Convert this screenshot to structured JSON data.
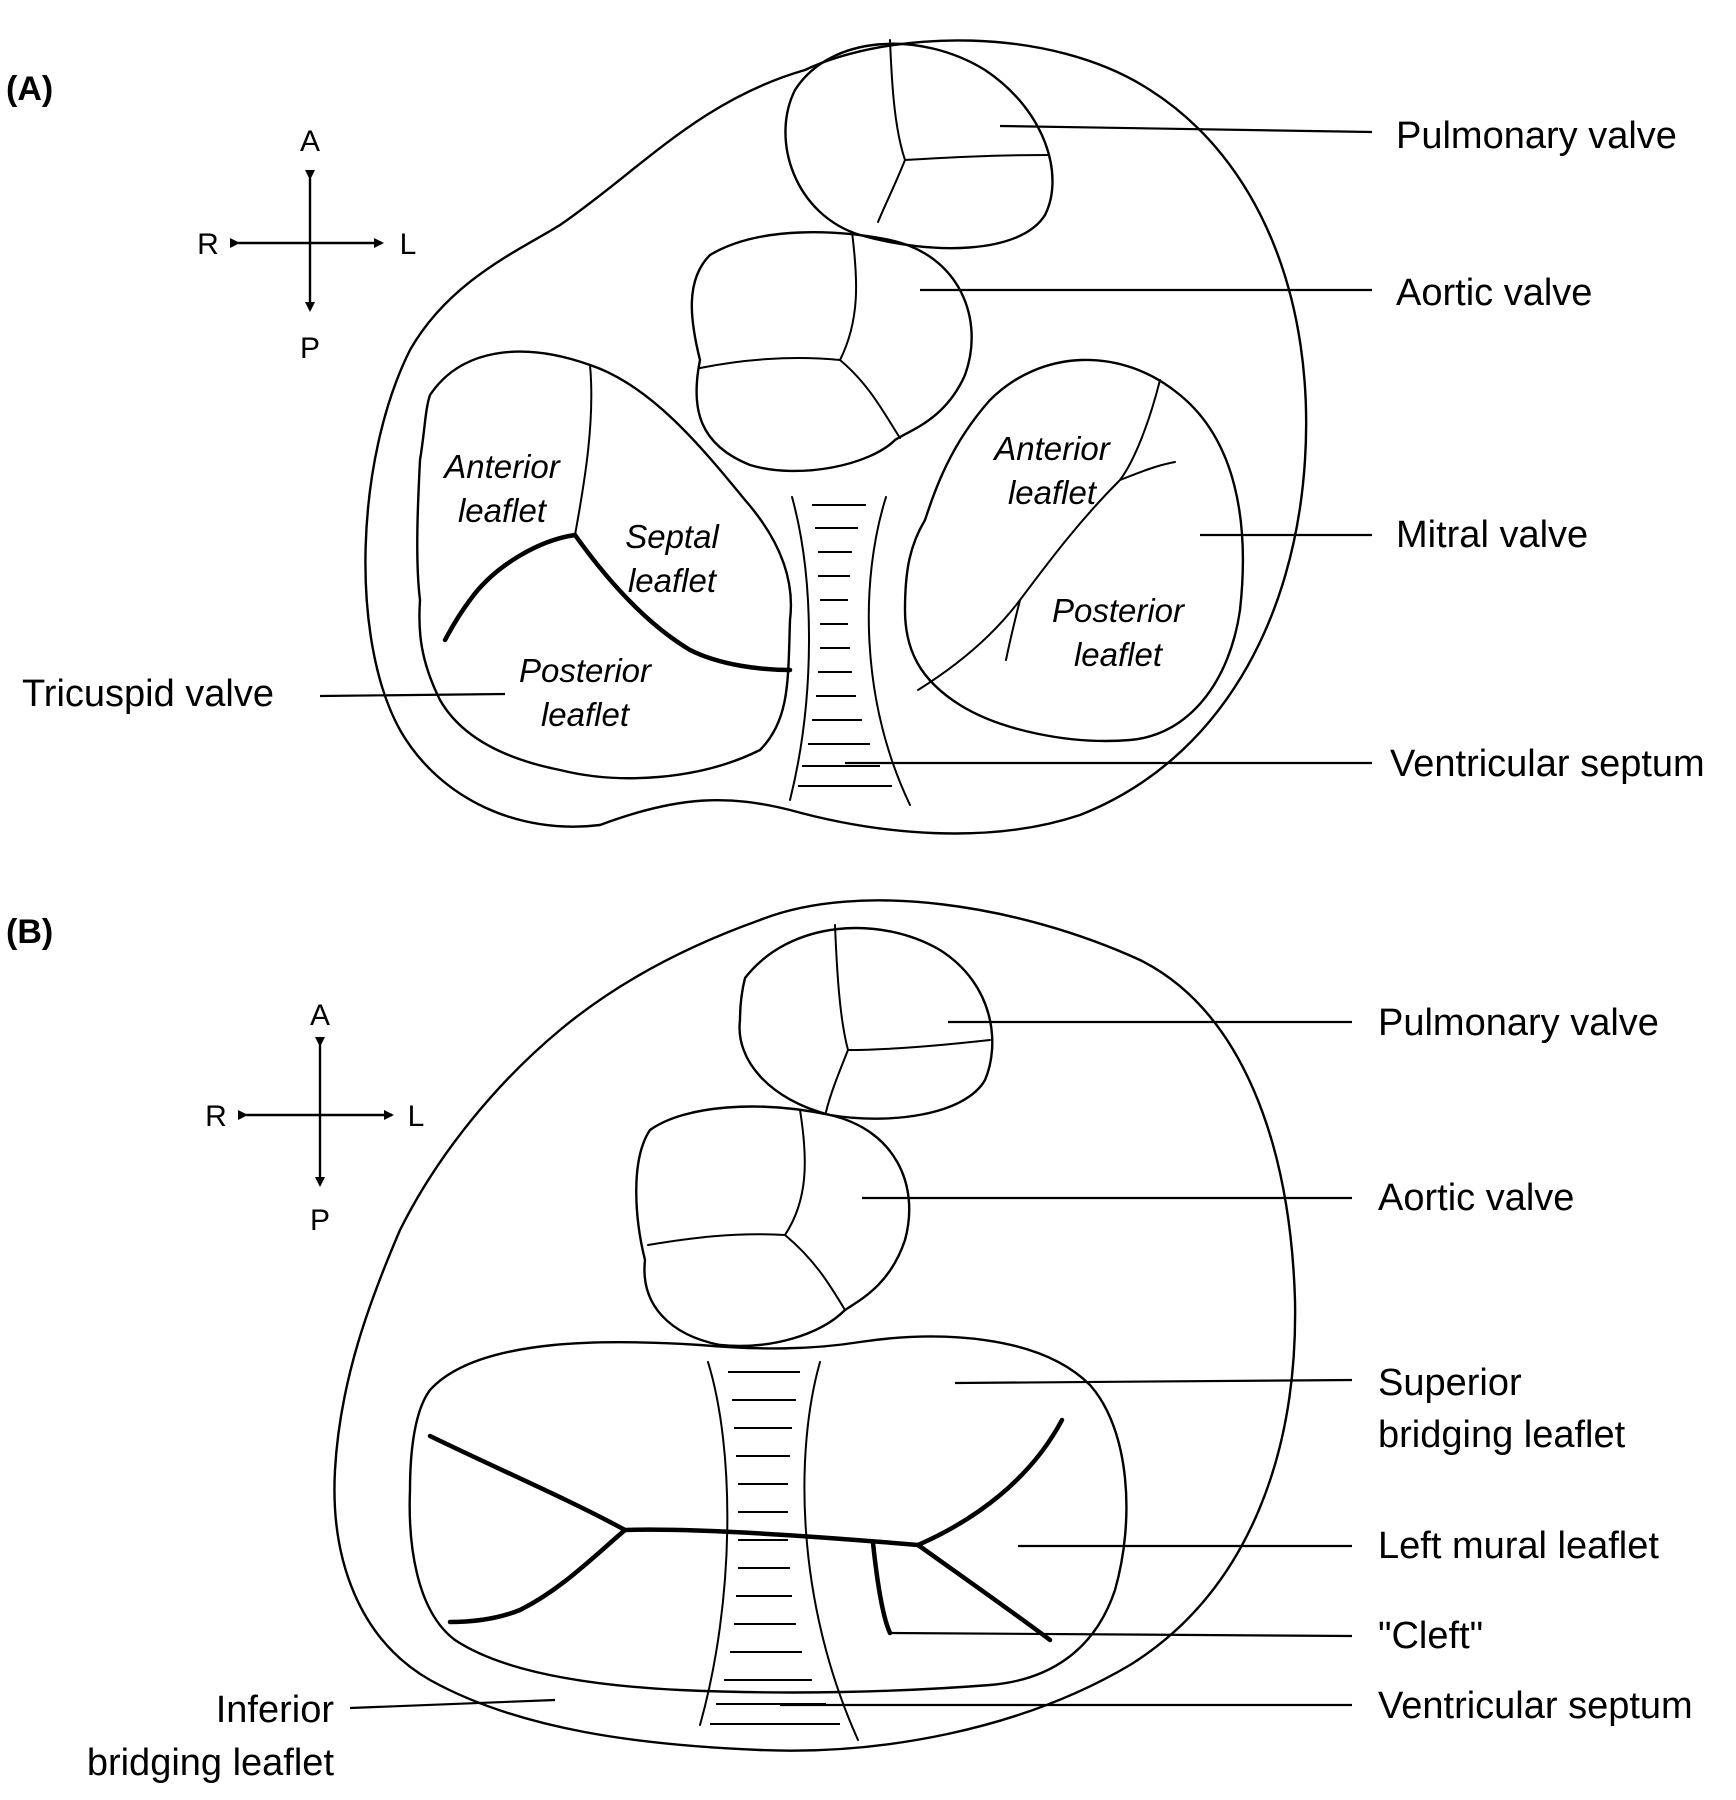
{
  "panel_a": {
    "tag": "(A)",
    "compass": {
      "anterior": "A",
      "posterior": "P",
      "right": "R",
      "left": "L"
    },
    "labels": {
      "pulmonary_valve": "Pulmonary valve",
      "aortic_valve": "Aortic valve",
      "mitral_valve": "Mitral valve",
      "tricuspid_valve": "Tricuspid valve",
      "ventricular_septum": "Ventricular septum"
    },
    "tricuspid_leaflets": {
      "anterior": [
        "Anterior",
        "leaflet"
      ],
      "septal": [
        "Septal",
        "leaflet"
      ],
      "posterior": [
        "Posterior",
        "leaflet"
      ]
    },
    "mitral_leaflets": {
      "anterior": [
        "Anterior",
        "leaflet"
      ],
      "posterior": [
        "Posterior",
        "leaflet"
      ]
    }
  },
  "panel_b": {
    "tag": "(B)",
    "compass": {
      "anterior": "A",
      "posterior": "P",
      "right": "R",
      "left": "L"
    },
    "labels": {
      "pulmonary_valve": "Pulmonary valve",
      "aortic_valve": "Aortic valve",
      "superior_bridging_leaflet": [
        "Superior",
        "bridging leaflet"
      ],
      "left_mural_leaflet": "Left mural leaflet",
      "cleft": "\"Cleft\"",
      "ventricular_septum": "Ventricular septum",
      "inferior_bridging_leaflet": [
        "Inferior",
        "bridging leaflet"
      ]
    }
  }
}
